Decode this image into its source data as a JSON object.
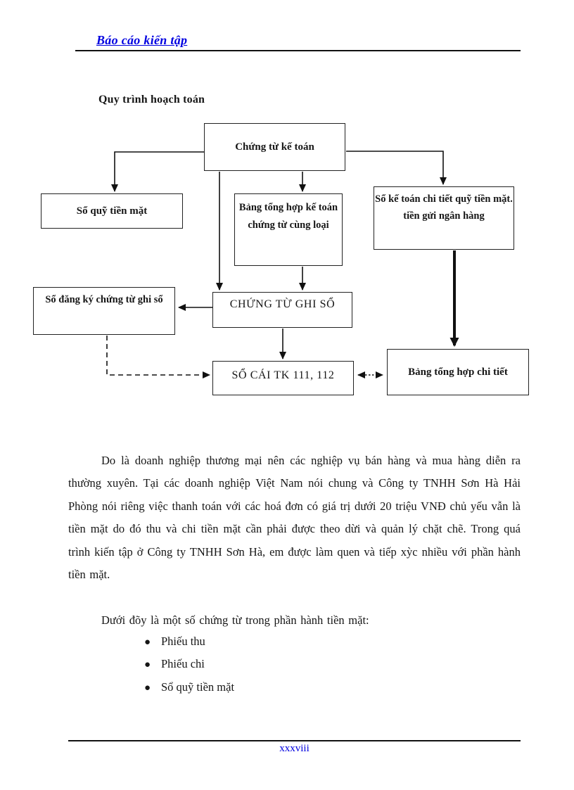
{
  "colors": {
    "accent_blue": "#0000e0",
    "ink": "#161616"
  },
  "header": {
    "title": "Báo cáo kiến tập"
  },
  "section_title": "Quy trình hoạch toán",
  "flowchart": {
    "boxes": {
      "chung_tu_ke_toan": "Chứng từ kế toán",
      "so_quy_tien_mat": "Sổ quỹ tiền mặt",
      "bang_tong_hop_ke_toan": "Bảng tổng hợp kế toán chứng từ cùng loại",
      "so_ke_toan_chi_tiet": "Sổ kế toán chi tiết quỹ tiền mặt. tiền gửi ngân hàng",
      "so_dang_ky": "Sổ đăng ký chứng từ ghi sổ",
      "chung_tu_ghi_so": "CHỨNG TỪ GHI SỔ",
      "so_cai": "SỔ CÁI TK 111, 112",
      "bang_tong_hop_chi_tiet": "Bảng tổng hợp chi tiết"
    }
  },
  "body": {
    "paragraph1": "Do là doanh nghiệp thương mại nên các nghiệp vụ bán hàng và mua hàng diễn ra thường xuyên. Tại các doanh nghiệp Việt Nam nói chung và Công ty TNHH Sơn Hà Hải Phòng nói riêng việc thanh toán với các hoá đơn có giá trị dưới 20 triệu VNĐ chủ yếu vẫn là tiền mặt do đó thu và chi tiền mặt cần phải được theo dừi và quản lý chặt chẽ. Trong quá trình kiến tập ở Công ty TNHH Sơn Hà, em được làm quen và tiếp xỳc nhiều với phần hành tiền mặt.",
    "paragraph2": "Dưới đõy là một số chứng từ trong phần hành tiền mặt:",
    "bullets": [
      "Phiếu thu",
      "Phiếu chi",
      "Sổ quỹ tiền mặt"
    ]
  },
  "footer": {
    "page_number": "xxxviii"
  }
}
